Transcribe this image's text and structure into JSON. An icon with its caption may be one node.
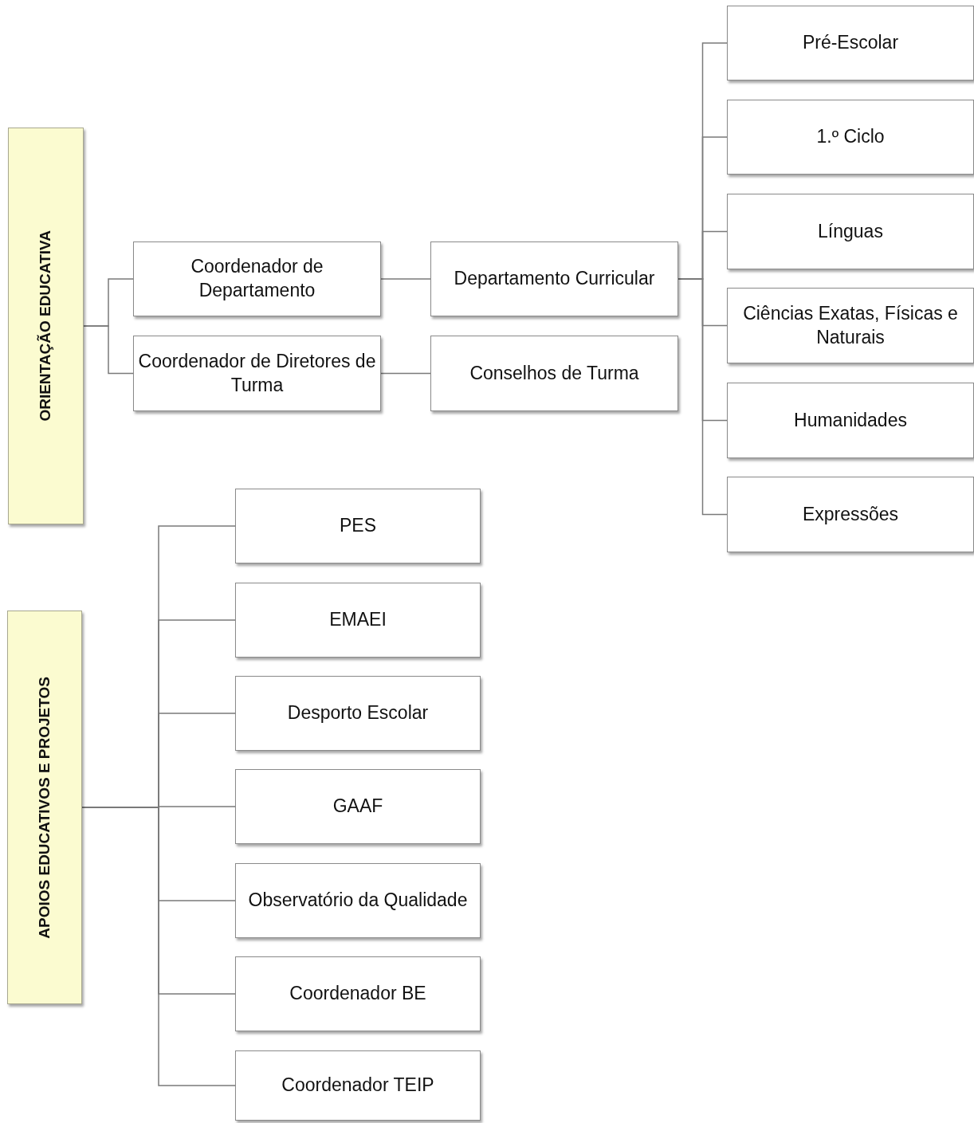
{
  "diagram": {
    "nodes": [
      {
        "text": [
          "ORIENTAÇÃO EDUCATIVA"
        ]
      },
      {
        "text": [
          "Coordenador de Departamento"
        ]
      },
      {
        "text": [
          "Coordenador de Diretores de Turma"
        ]
      },
      {
        "text": [
          "Departamento Curricular"
        ]
      },
      {
        "text": [
          "Conselhos de Turma"
        ]
      },
      {
        "text": [
          "Pré-Escolar"
        ]
      },
      {
        "text": [
          "1.º Ciclo"
        ]
      },
      {
        "text": [
          "Línguas"
        ]
      },
      {
        "text": [
          "Ciências Exatas, Físicas e Naturais"
        ]
      },
      {
        "text": [
          "Humanidades"
        ]
      },
      {
        "text": [
          "Expressões"
        ]
      },
      {
        "text": [
          "APOIOS EDUCATIVOS E PROJETOS"
        ]
      },
      {
        "text": [
          "PES"
        ]
      },
      {
        "text": [
          "EMAEI"
        ]
      },
      {
        "text": [
          "Desporto Escolar"
        ]
      },
      {
        "text": [
          "GAAF"
        ]
      },
      {
        "text": [
          "Observatório da Qualidade"
        ]
      },
      {
        "text": [
          "Coordenador BE"
        ]
      },
      {
        "text": [
          "Coordenador TEIP"
        ]
      }
    ],
    "edges": [
      {
        "from": 0,
        "to": 1,
        "arrow": "none"
      },
      {
        "from": 0,
        "to": 2,
        "arrow": "none"
      },
      {
        "from": 1,
        "to": 3,
        "arrow": "none"
      },
      {
        "from": 2,
        "to": 4,
        "arrow": "none"
      },
      {
        "from": 3,
        "to": 5,
        "arrow": "none"
      },
      {
        "from": 3,
        "to": 6,
        "arrow": "none"
      },
      {
        "from": 3,
        "to": 7,
        "arrow": "none"
      },
      {
        "from": 3,
        "to": 8,
        "arrow": "none"
      },
      {
        "from": 3,
        "to": 9,
        "arrow": "none"
      },
      {
        "from": 3,
        "to": 10,
        "arrow": "none"
      },
      {
        "from": 11,
        "to": 12,
        "arrow": "none"
      },
      {
        "from": 11,
        "to": 13,
        "arrow": "none"
      },
      {
        "from": 11,
        "to": 14,
        "arrow": "none"
      },
      {
        "from": 11,
        "to": 15,
        "arrow": "none"
      },
      {
        "from": 11,
        "to": 16,
        "arrow": "none"
      },
      {
        "from": 11,
        "to": 17,
        "arrow": "none"
      },
      {
        "from": 11,
        "to": 18,
        "arrow": "none"
      }
    ]
  }
}
